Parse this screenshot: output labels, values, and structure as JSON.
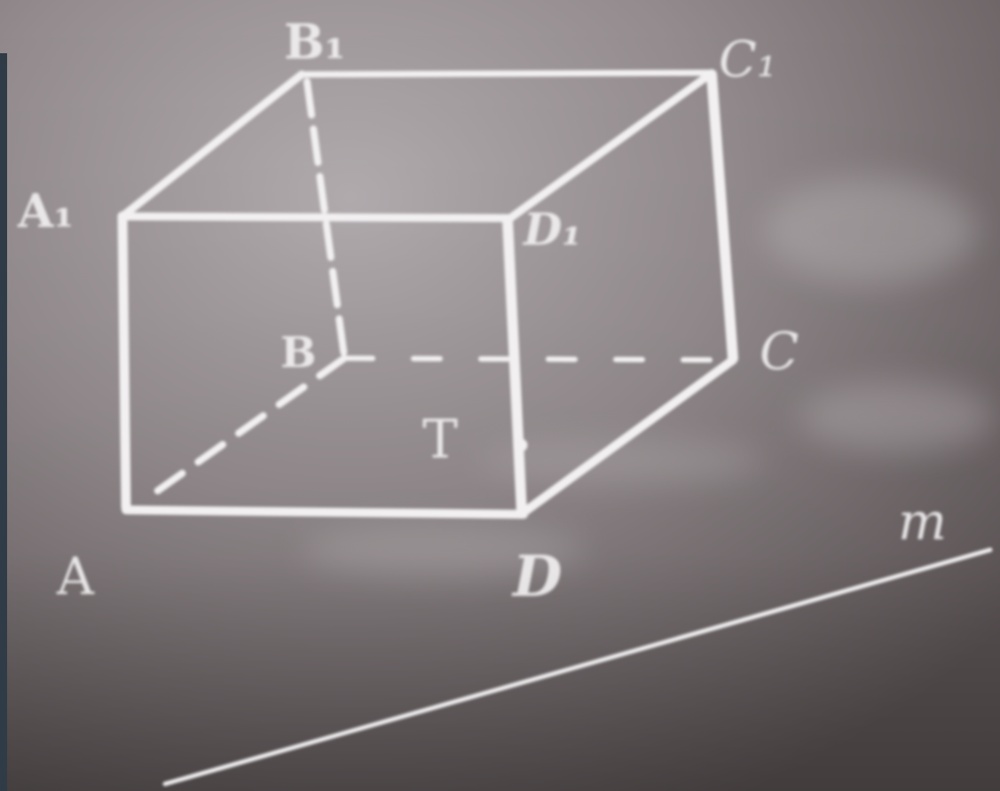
{
  "scene": {
    "subject": "chalk drawing",
    "colors": {
      "board_light": "#a9a2a6",
      "board_dark": "#5e5757",
      "chalk": "#f2f0f1",
      "left_strip": "#2f3c47"
    }
  },
  "labels": {
    "A": "A",
    "A1": "A₁",
    "B": "B",
    "B1": "B₁",
    "C": "C",
    "C1": "C₁",
    "D": "D",
    "D1": "D₁",
    "T": "T",
    "m": "m"
  }
}
